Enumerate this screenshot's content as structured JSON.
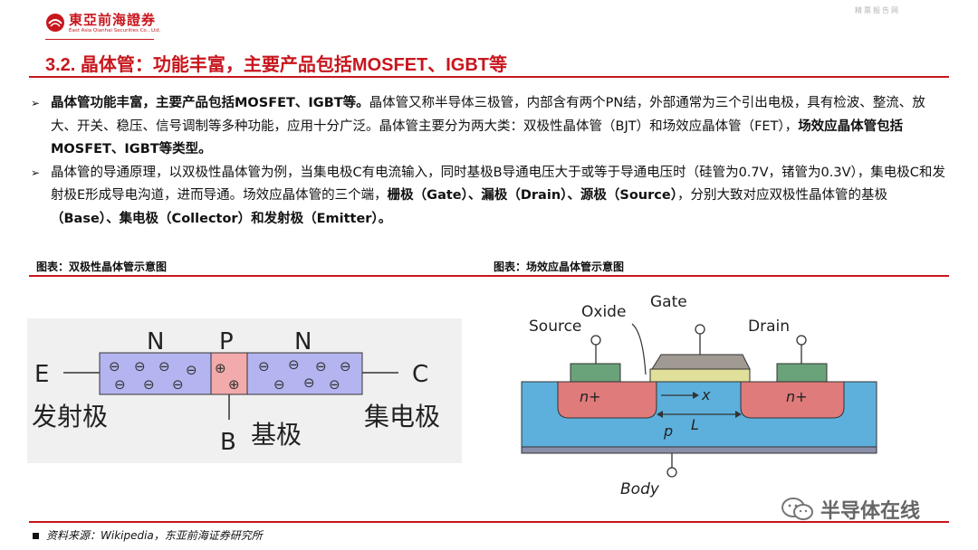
{
  "header": {
    "brand_cn": "東亞前海證券",
    "brand_en": "East Asia Qianhai Securities Co., Ltd.",
    "corner_text": "精票报告网"
  },
  "title": "3.2. 晶体管：功能丰富，主要产品包括MOSFET、IGBT等",
  "bullets": [
    {
      "lead": "晶体管功能丰富，主要产品包括MOSFET、IGBT等。",
      "text": "晶体管又称半导体三极管，内部含有两个PN结，外部通常为三个引出电极，具有检波、整流、放大、开关、稳压、信号调制等多种功能，应用十分广泛。晶体管主要分为两大类：双极性晶体管（BJT）和场效应晶体管（FET），",
      "tail": "场效应晶体管包括MOSFET、IGBT等类型。"
    },
    {
      "text1": "晶体管的导通原理，以双极性晶体管为例，当集电极C有电流输入，同时基极B导通电压大于或等于导通电压时（硅管为0.7V，锗管为0.3V），集电极C和发射极E形成导电沟道，进而导通。场效应晶体管的三个端，",
      "gate": "栅极（Gate）",
      "sep1": "、",
      "drain": "漏极（Drain）",
      "sep2": "、",
      "source": "源极（Source）",
      "text2": "，分别大致对应双极性晶体管的基极",
      "base": "（Base）",
      "sep3": "、",
      "collector": "集电极（Collector）",
      "and": "和",
      "emitter": "发射极（Emitter）",
      "end": "。"
    }
  ],
  "captions": {
    "left": "图表：双极性晶体管示意图",
    "right": "图表：场效应晶体管示意图"
  },
  "bjt": {
    "n": "N",
    "p": "P",
    "e": "E",
    "c": "C",
    "b": "B",
    "emitter_cn": "发射极",
    "base_cn": "基极",
    "collector_cn": "集电极",
    "minus": "⊖",
    "plus": "⊕"
  },
  "fet": {
    "gate": "Gate",
    "oxide": "Oxide",
    "source": "Source",
    "drain": "Drain",
    "body": "Body",
    "nplus": "n+",
    "x": "x",
    "l": "L",
    "p": "p"
  },
  "footer": {
    "source": "资料来源：Wikipedia，东亚前海证券研究所"
  },
  "watermark": "半导体在线"
}
